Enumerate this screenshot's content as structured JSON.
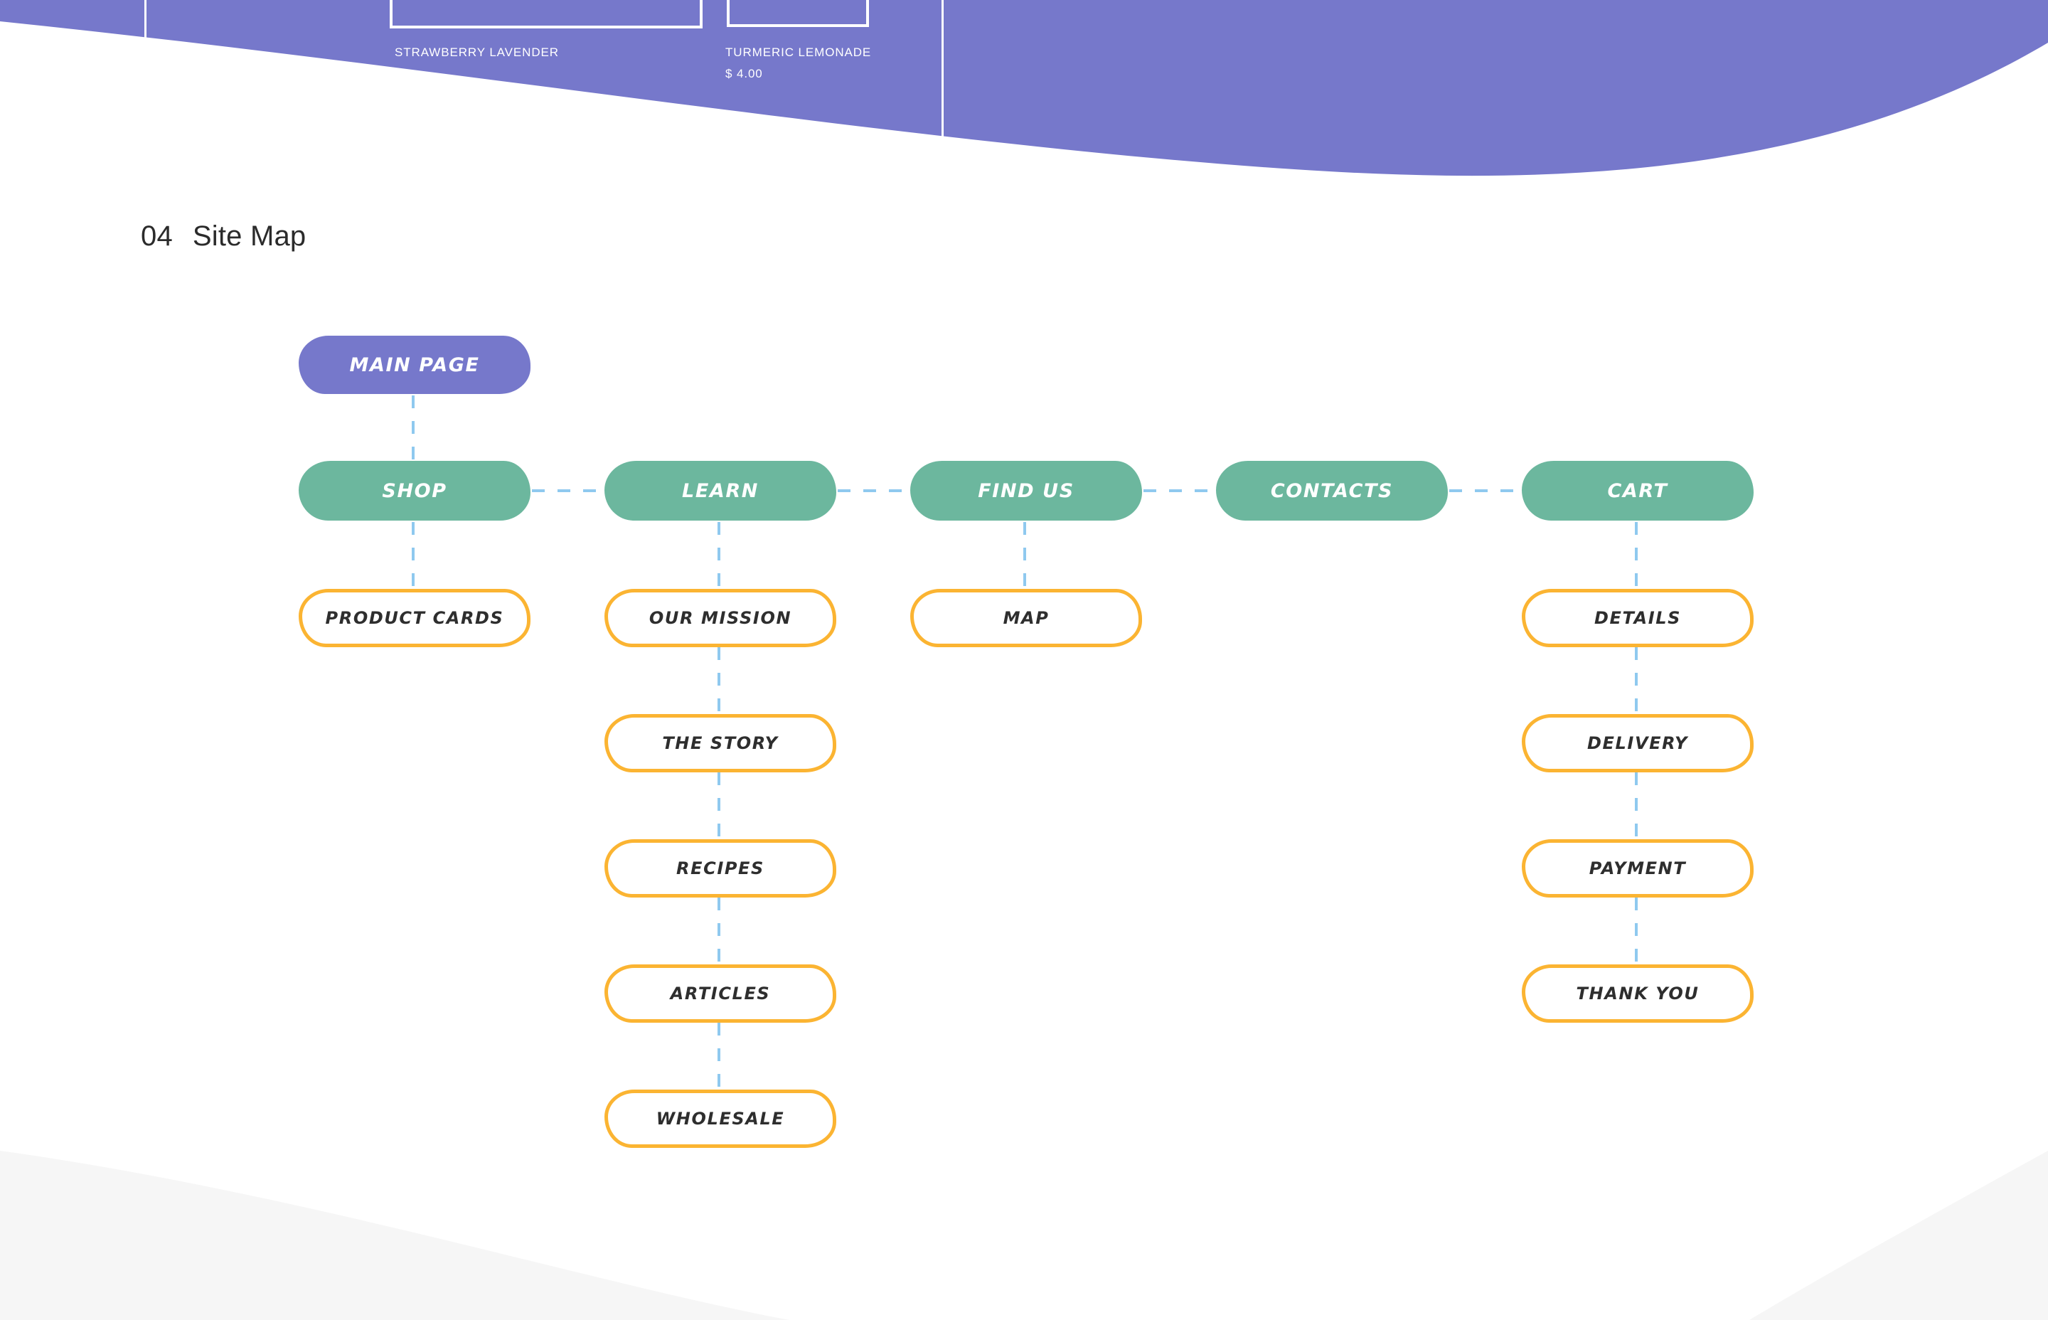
{
  "hero": {
    "background_color": "#7678cb",
    "cards": [
      {
        "name": "STRAWBERRY LAVENDER",
        "price": "",
        "glass_icon": "glass-icon"
      },
      {
        "name": "TURMERIC LEMONADE",
        "price": "$ 4.00",
        "glass_icon": "glass-icon"
      }
    ]
  },
  "section": {
    "number": "04",
    "title": "Site Map"
  },
  "palette": {
    "purple": "#7678cb",
    "green": "#6cb79e",
    "orange": "#fbb432",
    "connector_blue": "#8fc9ef",
    "leaf_text": "#2e2e2e",
    "heading_text": "#2b2b2b",
    "footer_grey": "#f6f6f6"
  },
  "sitemap": {
    "root": {
      "label": "MAIN PAGE"
    },
    "columns": [
      {
        "section": "SHOP",
        "children": [
          "PRODUCT CARDS"
        ]
      },
      {
        "section": "LEARN",
        "children": [
          "OUR MISSION",
          "THE STORY",
          "RECIPES",
          "ARTICLES",
          "WHOLESALE"
        ]
      },
      {
        "section": "FIND US",
        "children": [
          "MAP"
        ]
      },
      {
        "section": "CONTACTS",
        "children": []
      },
      {
        "section": "CART",
        "children": [
          "DETAILS",
          "DELIVERY",
          "PAYMENT",
          "THANK YOU"
        ]
      }
    ]
  }
}
